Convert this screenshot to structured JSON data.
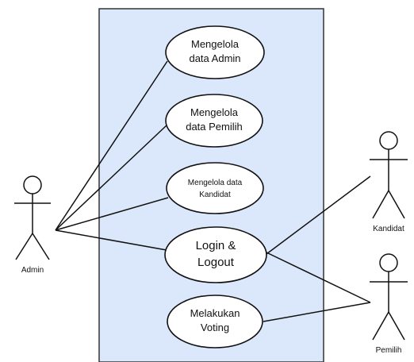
{
  "colors": {
    "system_boundary_fill": "#dbe8fb",
    "line": "#111111",
    "use_case_fill": "#ffffff"
  },
  "actors": {
    "admin": "Admin",
    "kandidat": "Kandidat",
    "pemilih": "Pemilih"
  },
  "use_cases": {
    "kelola_admin": [
      "Mengelola",
      "data Admin"
    ],
    "kelola_pemilih": [
      "Mengelola",
      "data Pemilih"
    ],
    "kelola_kandidat": [
      "Mengelola data",
      "Kandidat"
    ],
    "login_logout": [
      "Login &",
      "Logout"
    ],
    "voting": [
      "Melakukan",
      "Voting"
    ]
  }
}
